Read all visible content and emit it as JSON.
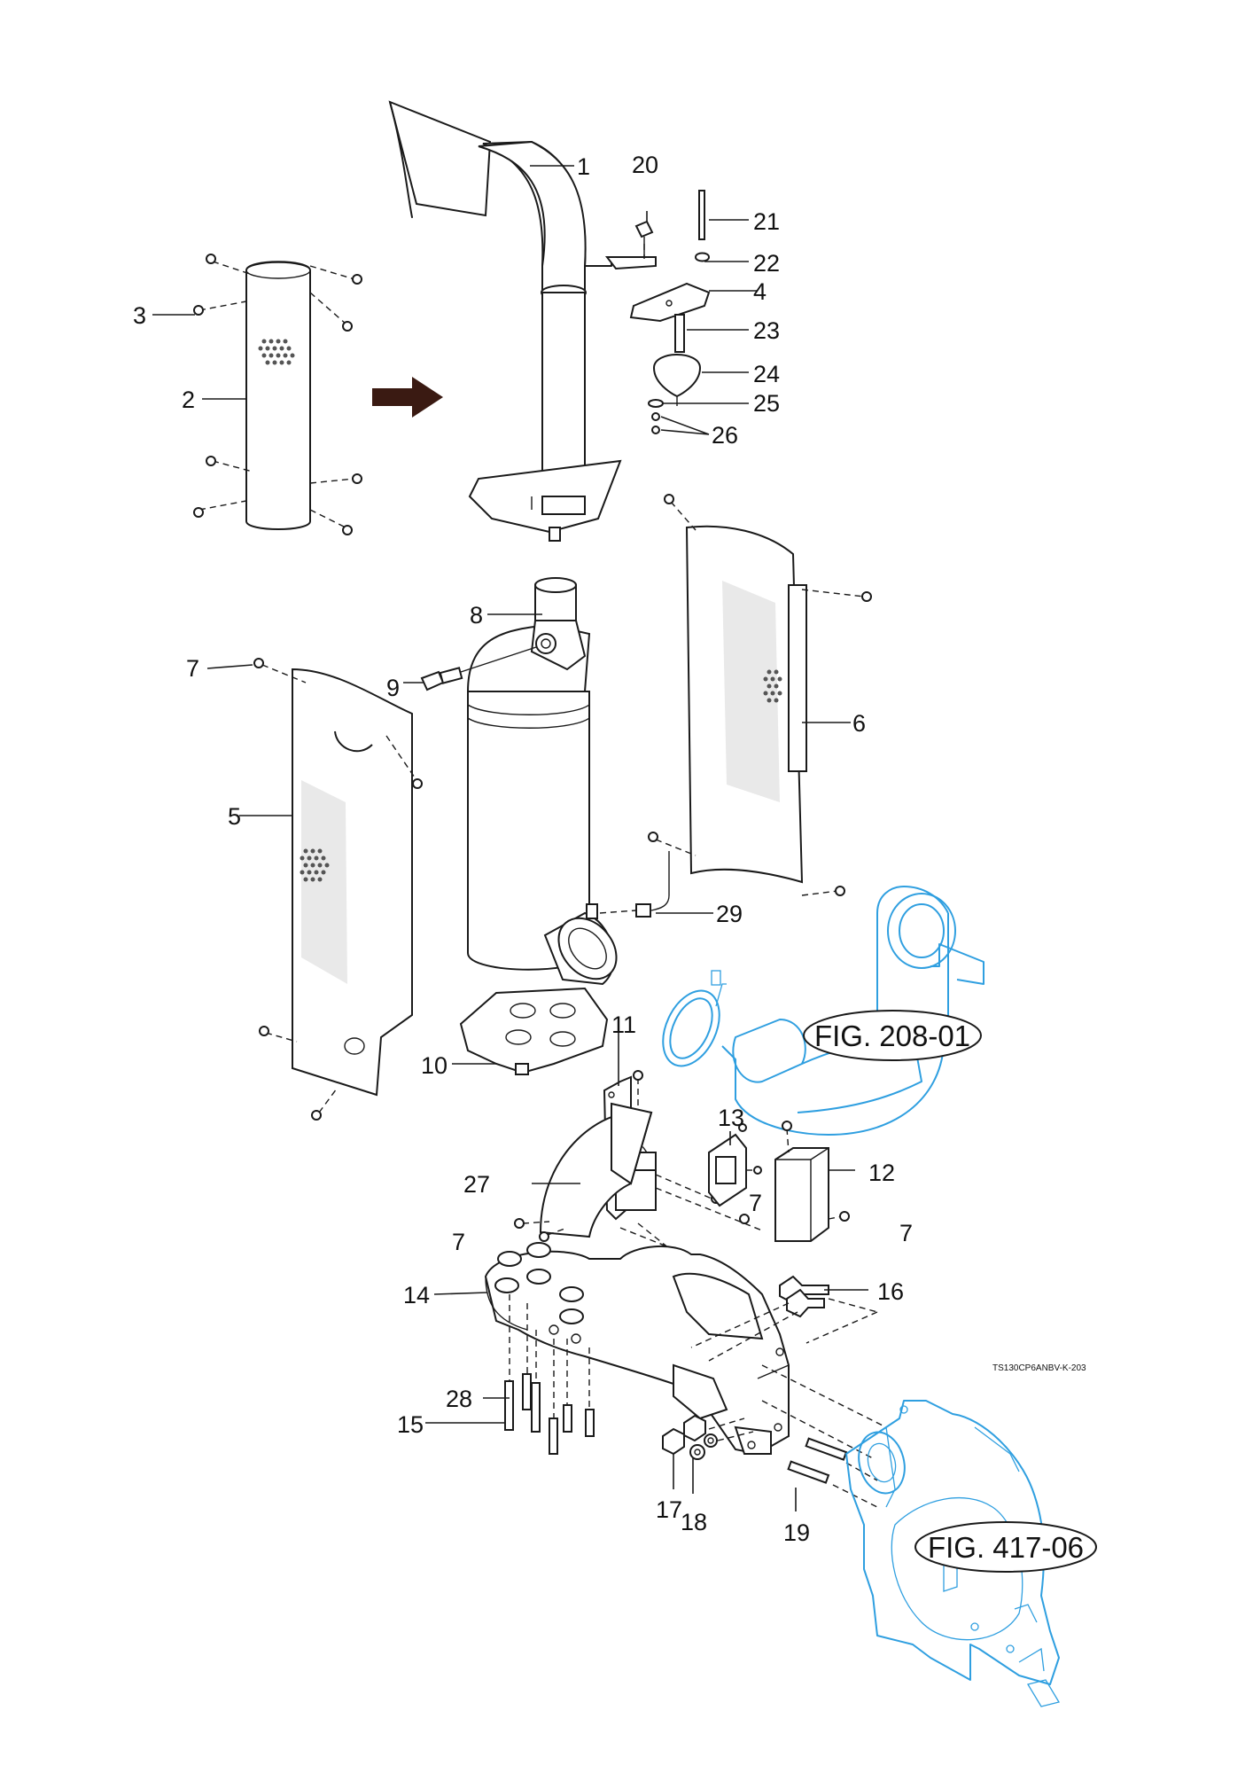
{
  "callouts": {
    "c1": "1",
    "c2": "2",
    "c3": "3",
    "c4": "4",
    "c5": "5",
    "c6": "6",
    "c7a": "7",
    "c7b": "7",
    "c7c": "7",
    "c7d": "7",
    "c8": "8",
    "c9": "9",
    "c10": "10",
    "c11": "11",
    "c12": "12",
    "c13": "13",
    "c14": "14",
    "c15": "15",
    "c16": "16",
    "c17": "17",
    "c18": "18",
    "c19": "19",
    "c20": "20",
    "c21": "21",
    "c22": "22",
    "c23": "23",
    "c24": "24",
    "c25": "25",
    "c26": "26",
    "c27": "27",
    "c28": "28",
    "c29": "29"
  },
  "figure_refs": {
    "upper": "FIG. 208-01",
    "lower": "FIG. 417-06"
  },
  "drawing_code": "TS130CP6ANBV-K-203",
  "colors": {
    "line": "#1a1a1a",
    "reference": "#2f9fe0",
    "arrow": "#3a1a12"
  }
}
